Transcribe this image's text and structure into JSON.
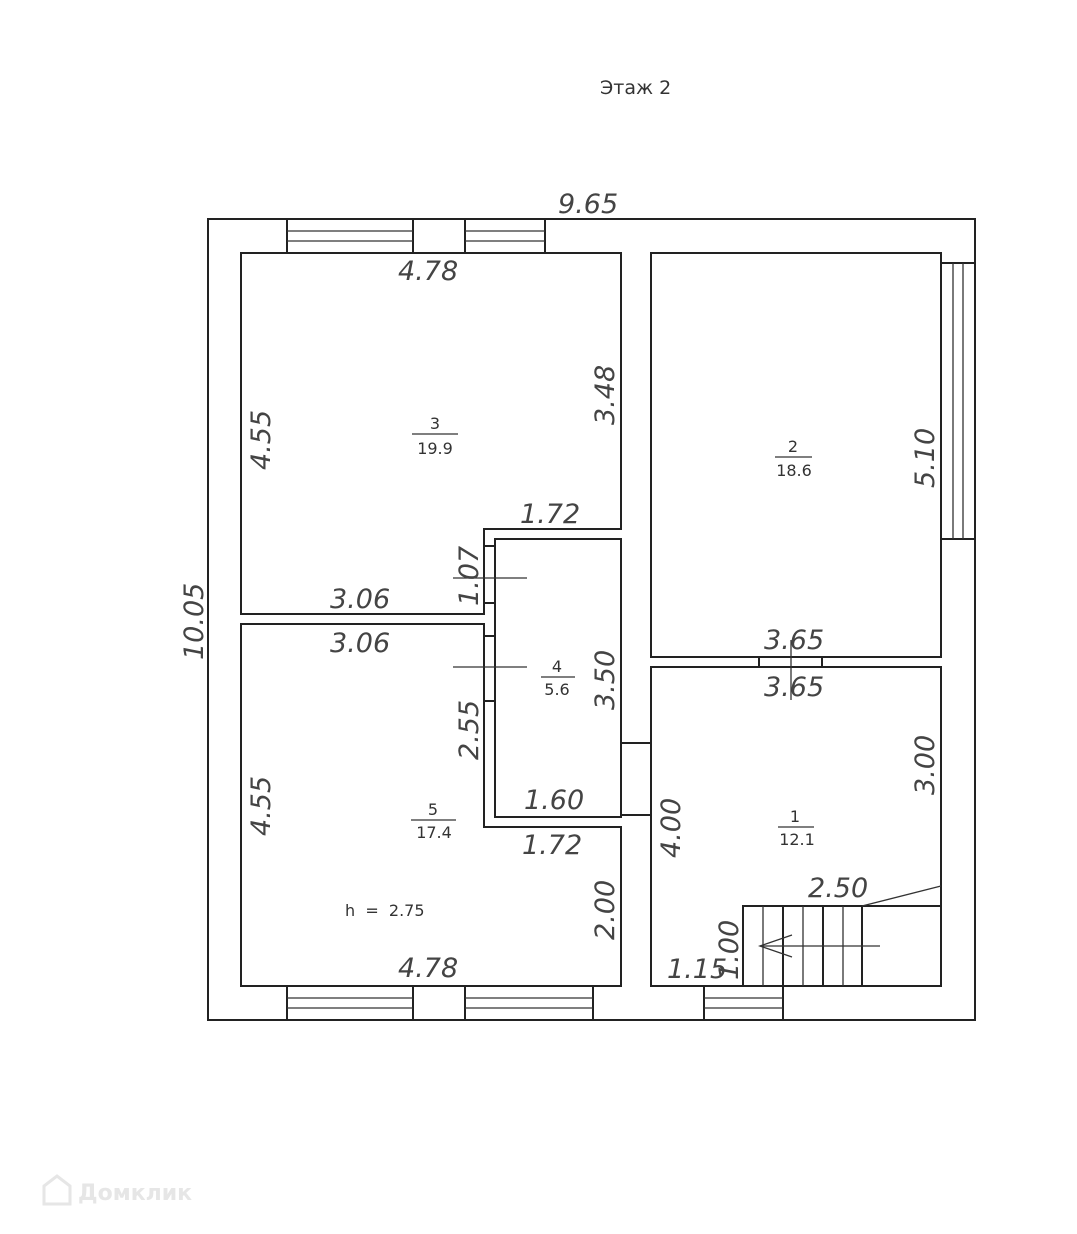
{
  "title": "Этаж 2",
  "overall": {
    "width": "9.65",
    "height": "10.05"
  },
  "ceiling_height": "h  =  2.75",
  "rooms": [
    {
      "number": "1",
      "area": "12.1"
    },
    {
      "number": "2",
      "area": "18.6"
    },
    {
      "number": "3",
      "area": "19.9"
    },
    {
      "number": "4",
      "area": "5.6"
    },
    {
      "number": "5",
      "area": "17.4"
    }
  ],
  "dims": {
    "r3_top": "4.78",
    "r3_left": "4.55",
    "r3_right": "3.48",
    "r3_step": "1.72",
    "r3_bottom": "3.06",
    "r3_door": "1.07",
    "r5_top": "3.06",
    "r5_left": "4.55",
    "r5_step_v": "2.55",
    "r5_step": "1.72",
    "r5_right": "2.00",
    "r5_bottom": "4.78",
    "r4_right": "3.50",
    "r4_bottom": "1.60",
    "r2_right": "5.10",
    "r2_bottom": "3.65",
    "r1_top": "3.65",
    "r1_left": "4.00",
    "r1_right": "3.00",
    "r1_stair": "2.50",
    "r1_stair_w": "1.00",
    "r1_bottom": "1.15"
  },
  "watermark": "Домклик"
}
